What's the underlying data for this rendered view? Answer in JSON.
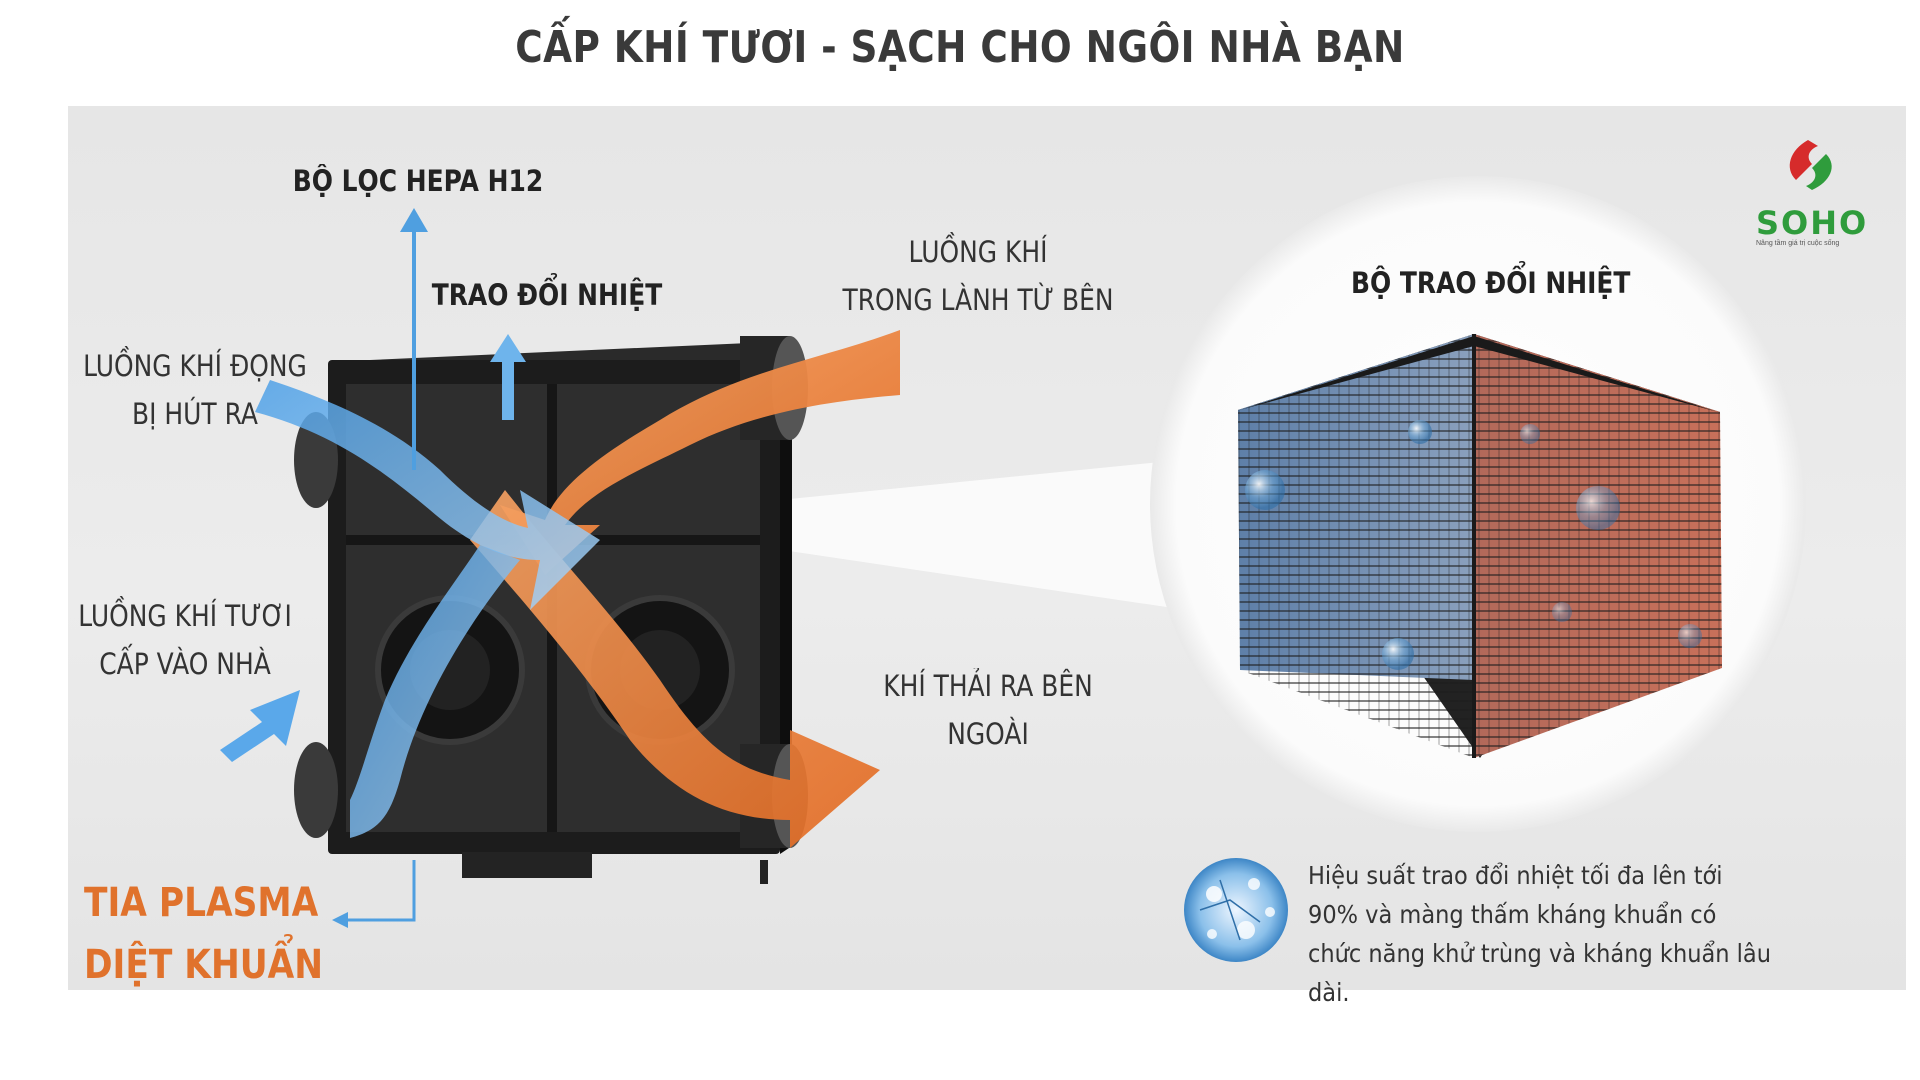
{
  "title": "CẤP KHÍ TƯƠI - SẠCH CHO NGÔI NHÀ BẠN",
  "labels": {
    "hepa": "BỘ LỌC HEPA H12",
    "exchange": "TRAO ĐỔI NHIỆT",
    "fresh_side_1": "LUỒNG KHÍ",
    "fresh_side_2": "TRONG LÀNH TỪ BÊN",
    "stale_1": "LUỒNG KHÍ ĐỌNG",
    "stale_2": "BỊ HÚT RA",
    "supply_1": "LUỒNG KHÍ TƯƠI",
    "supply_2": "CẤP VÀO NHÀ",
    "exhaust_1": "KHÍ THẢI RA BÊN",
    "exhaust_2": "NGOÀI",
    "plasma_1": "TIA PLASMA",
    "plasma_2": "DIỆT KHUẨN",
    "core": "BỘ TRAO ĐỔI NHIỆT"
  },
  "description": "Hiệu suất trao đổi nhiệt tối đa lên tới 90% và màng thấm kháng khuẩn có chức năng khử trùng và kháng khuẩn lâu dài.",
  "logo": {
    "name": "SOHO",
    "tagline": "Nâng tầm giá trị cuộc sống"
  },
  "colors": {
    "fresh": "#f07a2e",
    "stale": "#56a8e8",
    "label_accent": "#e0722c",
    "logo_green": "#2f9c3c",
    "logo_red": "#d62b2b"
  }
}
